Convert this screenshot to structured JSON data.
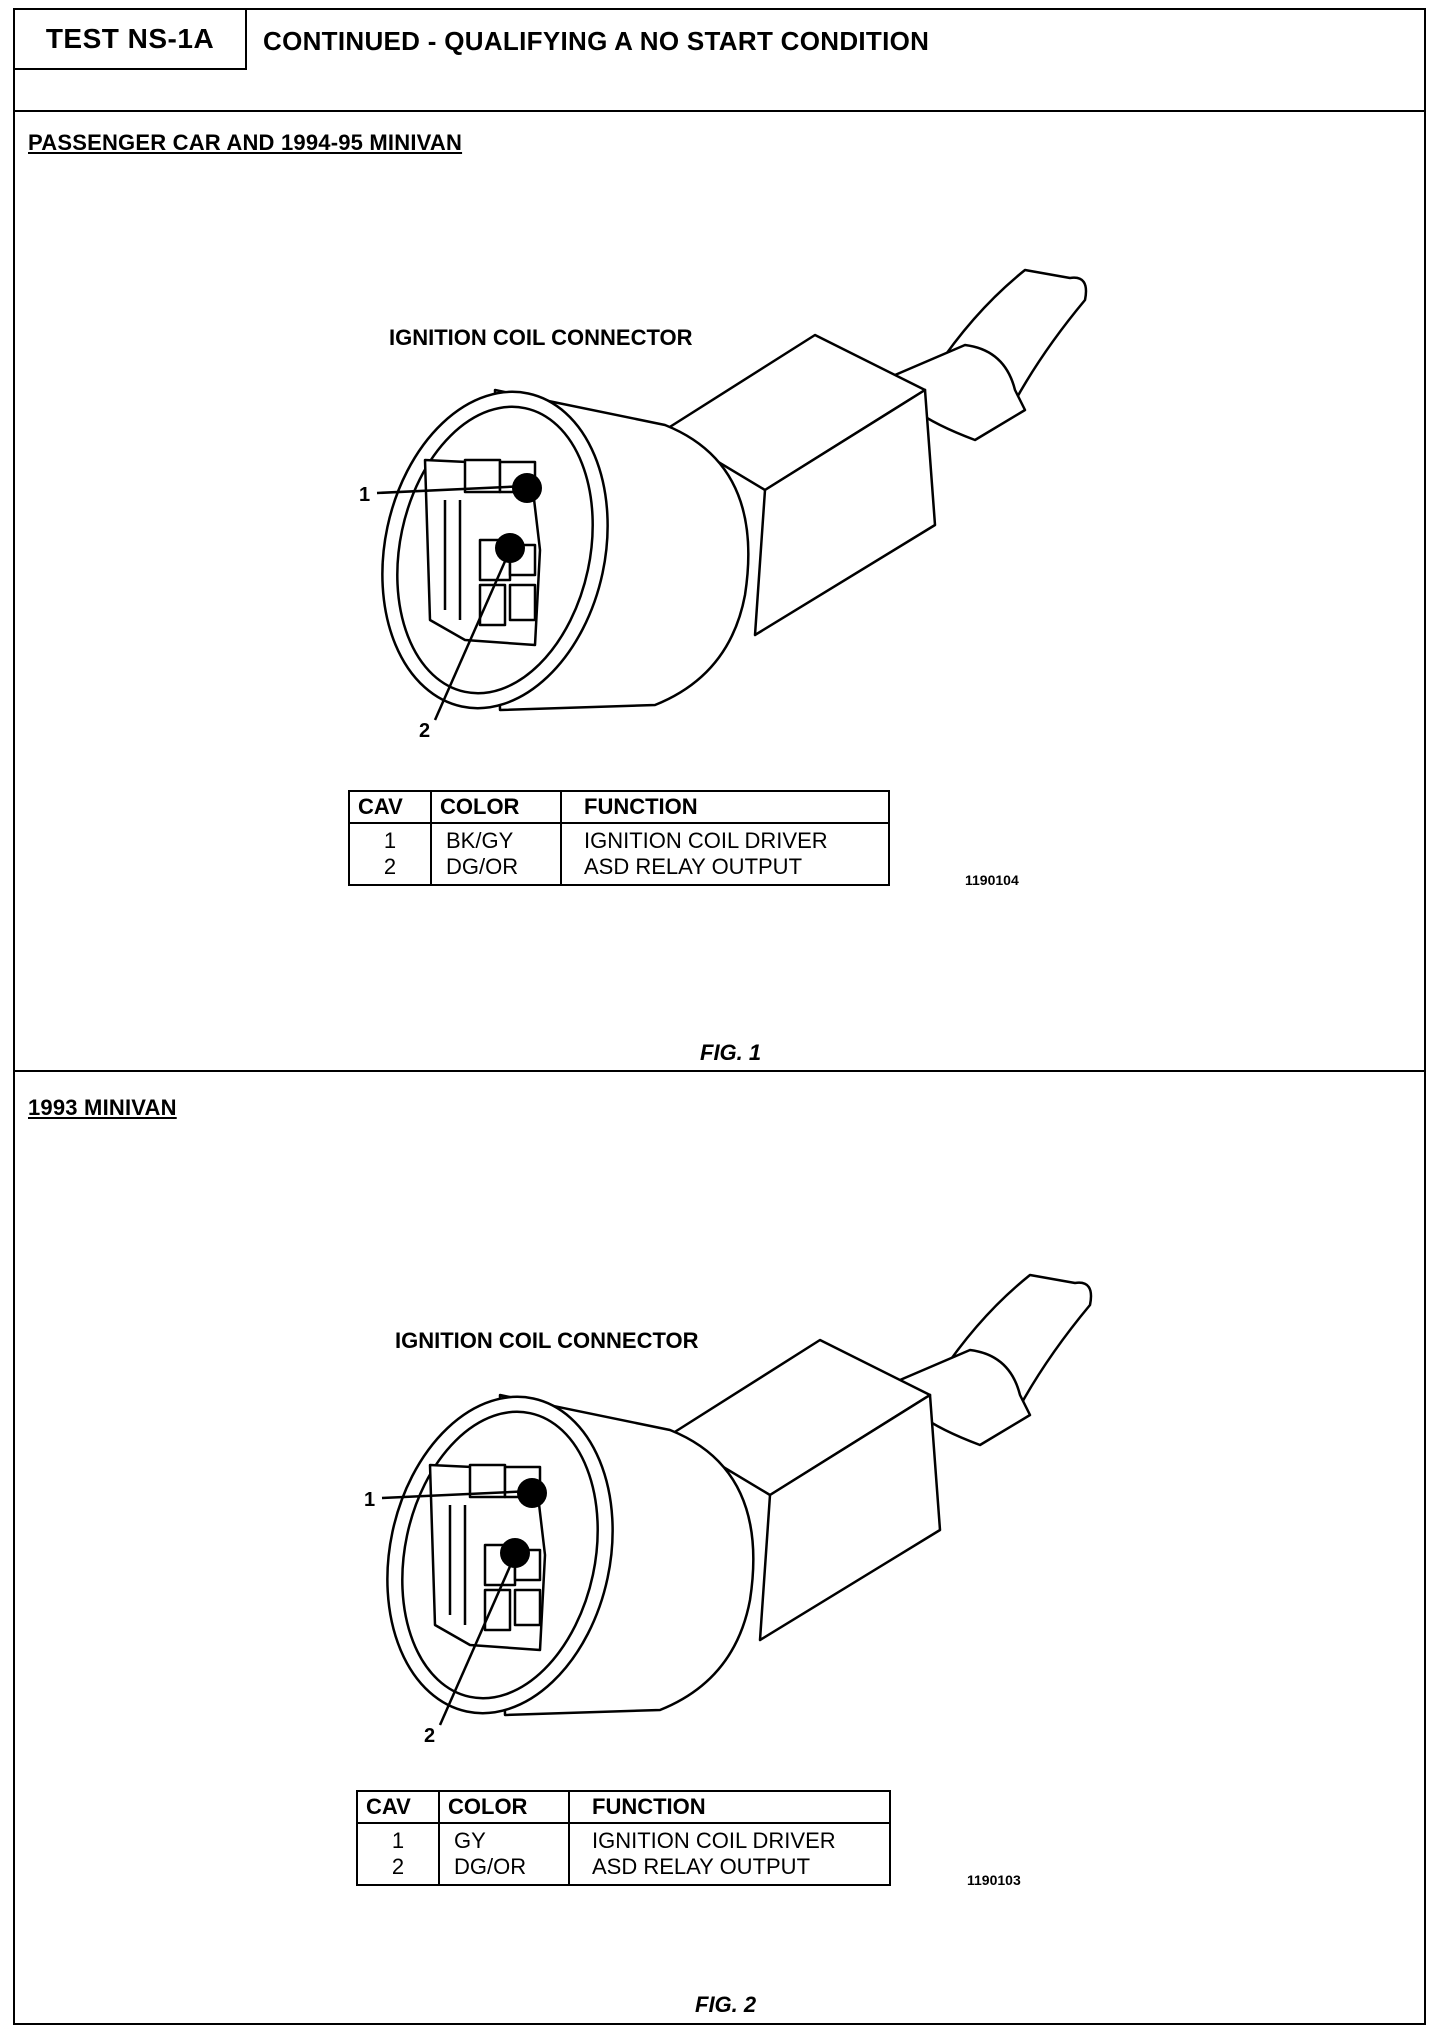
{
  "header": {
    "test_id": "TEST NS-1A",
    "title": "CONTINUED - QUALIFYING A NO START CONDITION"
  },
  "figures": [
    {
      "section_title": "PASSENGER CAR AND 1994-95 MINIVAN",
      "connector_label": "IGNITION COIL CONNECTOR",
      "callouts": [
        "1",
        "2"
      ],
      "table": {
        "headers": [
          "CAV",
          "COLOR",
          "FUNCTION"
        ],
        "rows": [
          [
            "1",
            "BK/GY",
            "IGNITION COIL DRIVER"
          ],
          [
            "2",
            "DG/OR",
            "ASD RELAY OUTPUT"
          ]
        ]
      },
      "part_number": "1190104",
      "fig_label": "FIG. 1"
    },
    {
      "section_title": "1993 MINIVAN",
      "connector_label": "IGNITION COIL CONNECTOR",
      "callouts": [
        "1",
        "2"
      ],
      "table": {
        "headers": [
          "CAV",
          "COLOR",
          "FUNCTION"
        ],
        "rows": [
          [
            "1",
            "GY",
            "IGNITION COIL DRIVER"
          ],
          [
            "2",
            "DG/OR",
            "ASD RELAY OUTPUT"
          ]
        ]
      },
      "part_number": "1190103",
      "fig_label": "FIG. 2"
    }
  ]
}
